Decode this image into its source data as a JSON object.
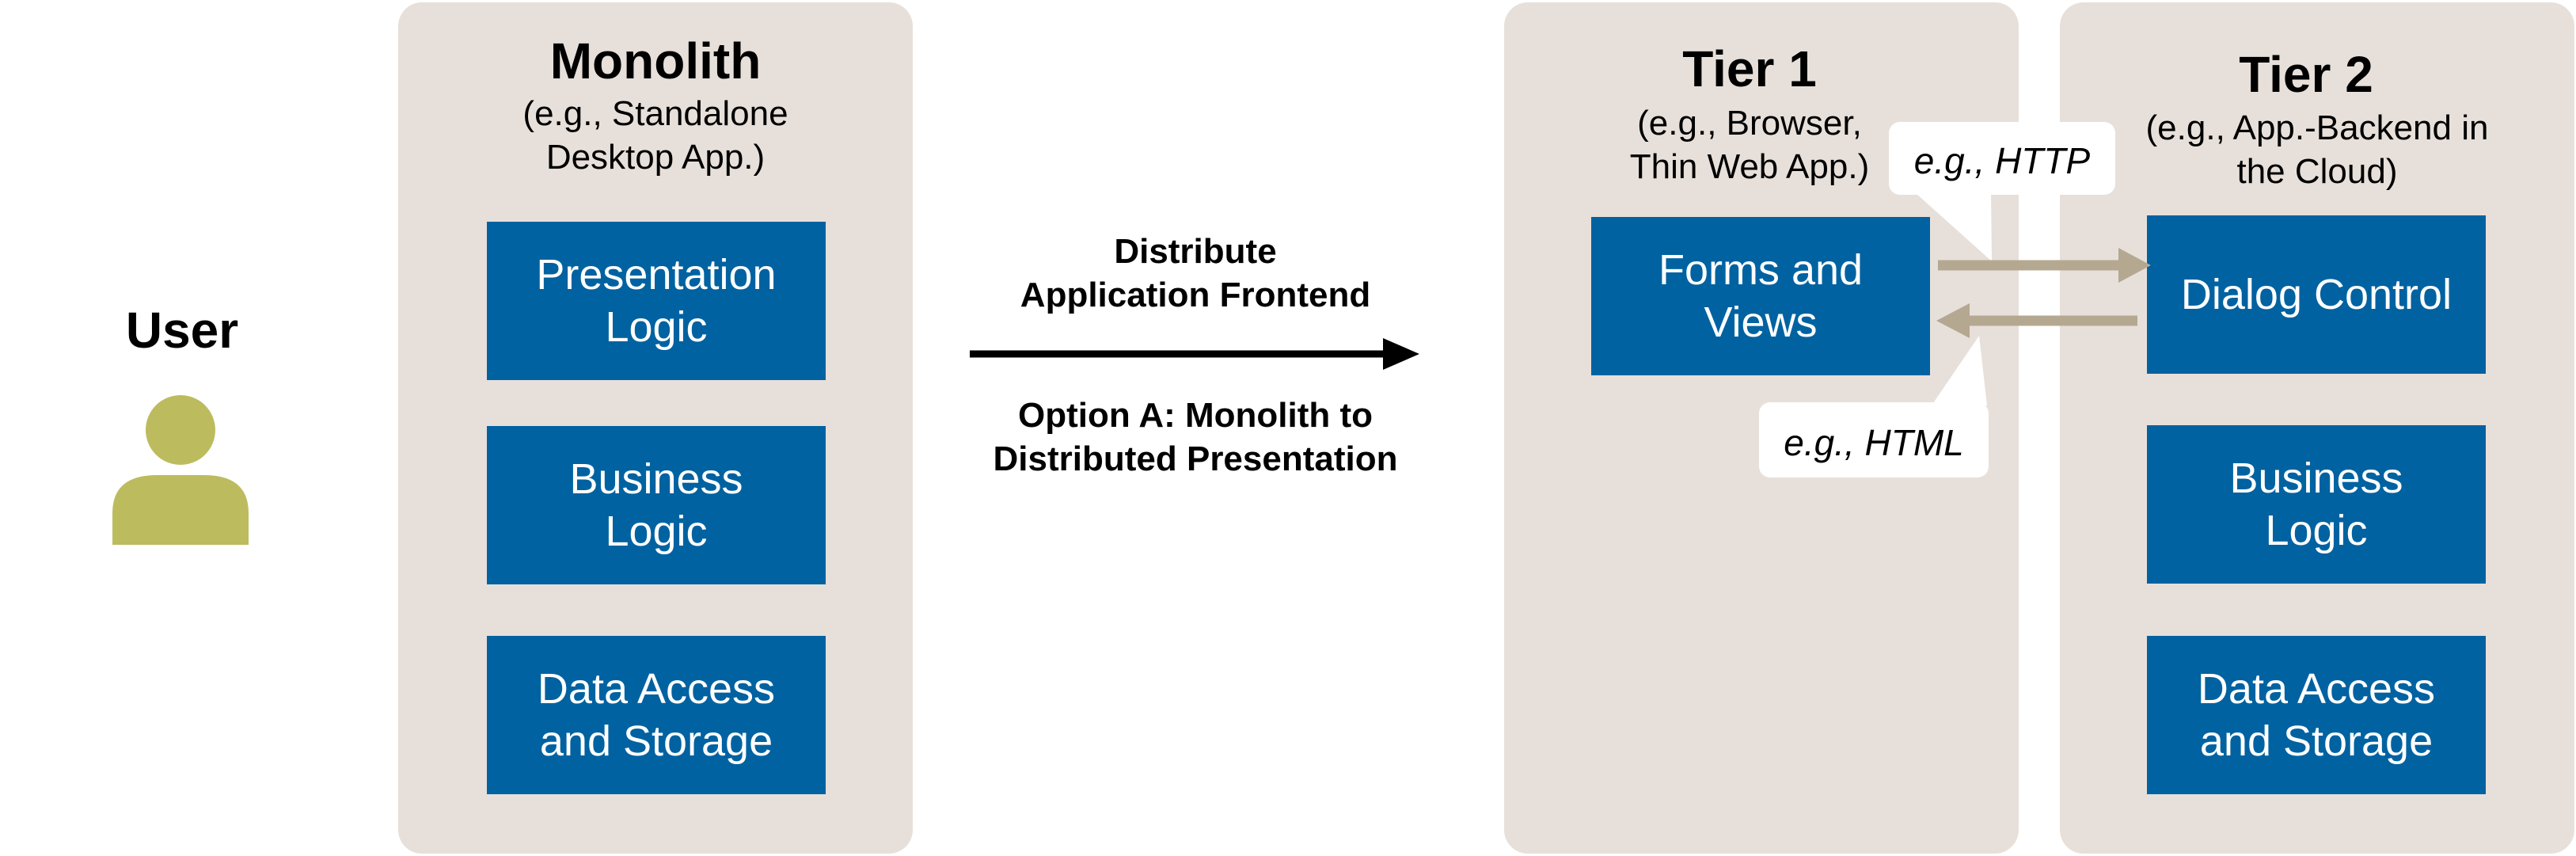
{
  "user": {
    "label": "User",
    "icon": "user-icon"
  },
  "monolith": {
    "title": "Monolith",
    "subtitle_line1": "(e.g., Standalone",
    "subtitle_line2": "Desktop App.)",
    "boxes": [
      "Presentation\nLogic",
      "Business\nLogic",
      "Data Access\nand Storage"
    ]
  },
  "transition": {
    "top_label": "Distribute\nApplication Frontend",
    "bottom_label": "Option A: Monolith to\nDistributed Presentation"
  },
  "tier1": {
    "title": "Tier 1",
    "subtitle_line1": "(e.g., Browser,",
    "subtitle_line2": "Thin Web App.)",
    "box": "Forms and\nViews"
  },
  "tier2": {
    "title": "Tier 2",
    "subtitle_line1": "(e.g., App.-Backend in",
    "subtitle_line2": "the Cloud)",
    "boxes": [
      "Dialog Control",
      "Business\nLogic",
      "Data Access\nand Storage"
    ]
  },
  "protocols": {
    "request": "e.g., HTTP",
    "response": "e.g., HTML"
  },
  "colors": {
    "panel": "#e7e0da",
    "box": "#0062a1",
    "user_icon": "#bcbc5f",
    "protocol_arrow": "#b5a891",
    "main_arrow": "#000000"
  }
}
